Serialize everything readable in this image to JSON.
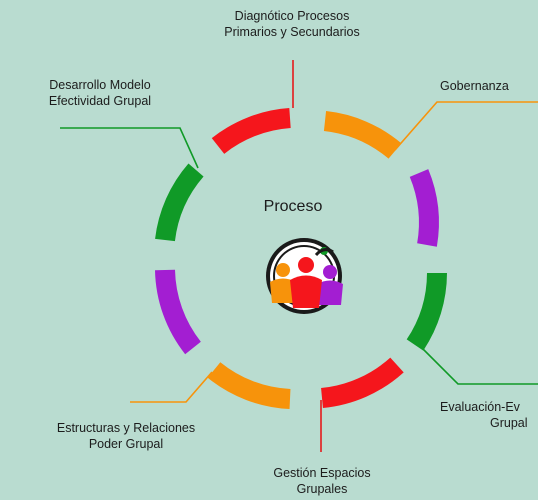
{
  "diagram": {
    "center_label": "Proceso",
    "segment_colors": {
      "red": "#f5161c",
      "orange": "#f7930b",
      "purple": "#a31ed2",
      "green": "#109a27"
    },
    "connector_colors": {
      "red": "#e41a1c",
      "orange": "#f7930b",
      "green": "#109a27"
    },
    "labels": [
      {
        "line1": "Diagnótico Procesos",
        "line2": "Primarios y Secundarios"
      },
      {
        "line1": "Gobernanza",
        "line2": ""
      },
      {
        "line1": "Desarrollo Modelo",
        "line2": "Efectividad Grupal"
      },
      {
        "line1": "Evaluación-Ev",
        "line2": "Grupal"
      },
      {
        "line1": "Estructuras y Relaciones",
        "line2": "Poder Grupal"
      },
      {
        "line1": "Gestión Espacios",
        "line2": "Grupales"
      }
    ],
    "logo_icon": "people-group-icon"
  }
}
